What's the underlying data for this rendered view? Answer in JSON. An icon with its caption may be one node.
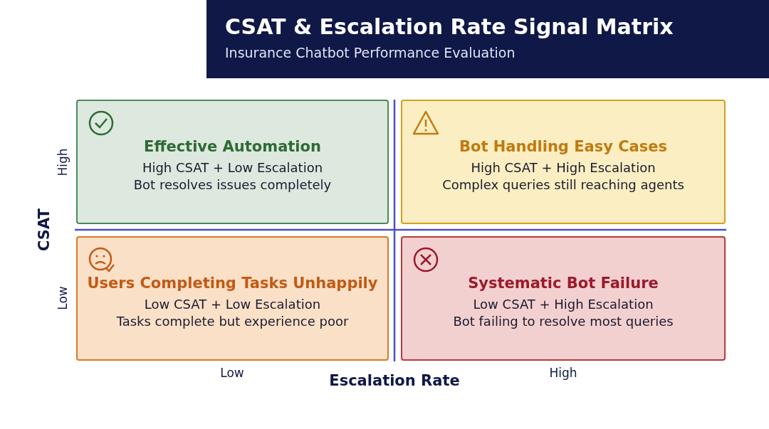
{
  "diagram": {
    "title": "CSAT & Escalation Rate Signal Matrix",
    "nodes": [
      {
        "text": [
          "Effective Automation",
          "High CSAT + Low Escalation",
          "Bot resolves issues completely"
        ]
      },
      {
        "text": [
          "Bot Handling Easy Cases",
          "High CSAT + High Escalation",
          "Complex queries still reaching agents"
        ]
      },
      {
        "text": [
          "Users Completing Tasks Unhappily",
          "Low CSAT + Low Escalation",
          "Tasks complete but experience poor"
        ]
      },
      {
        "text": [
          "Systematic Bot Failure",
          "Low CSAT + High Escalation",
          "Bot failing to resolve most queries"
        ]
      }
    ],
    "labels": [
      "Insurance Chatbot Performance Evaluation",
      "High",
      "CSAT",
      "Low",
      "Low",
      "Escalation Rate",
      "High"
    ]
  }
}
